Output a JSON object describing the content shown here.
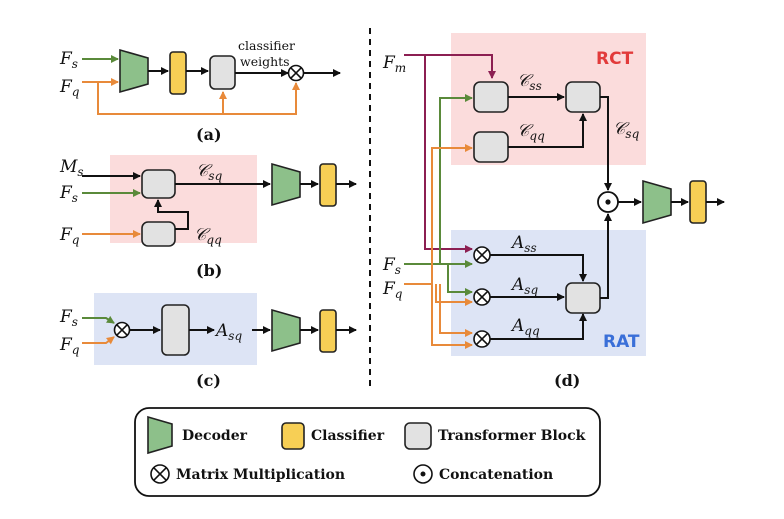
{
  "colors": {
    "green": "#5a8a3a",
    "orange": "#e88a3a",
    "purple": "#8c1f52",
    "red_region": "#fbdcdc",
    "blue_region": "#dde4f5",
    "rct_text": "#e23b3b",
    "rat_text": "#3a6fd8",
    "decoder_fill": "#8dc08a",
    "classifier_fill": "#f7cf55",
    "block_fill": "#e2e2e2"
  },
  "panel_a": {
    "fs": "F",
    "fs_sub": "s",
    "fq": "F",
    "fq_sub": "q",
    "weights_line1": "classifier",
    "weights_line2": "weights",
    "caption": "(a)"
  },
  "panel_b": {
    "ms": "M",
    "ms_sub": "s",
    "fs": "F",
    "fs_sub": "s",
    "fq": "F",
    "fq_sub": "q",
    "csq": "𝒞",
    "csq_sub": "sq",
    "cqq": "𝒞",
    "cqq_sub": "qq",
    "caption": "(b)"
  },
  "panel_c": {
    "fs": "F",
    "fs_sub": "s",
    "fq": "F",
    "fq_sub": "q",
    "asq": "A",
    "asq_sub": "sq",
    "caption": "(c)"
  },
  "panel_d": {
    "fm": "F",
    "fm_sub": "m",
    "fs": "F",
    "fs_sub": "s",
    "fq": "F",
    "fq_sub": "q",
    "css": "𝒞",
    "css_sub": "ss",
    "cqq": "𝒞",
    "cqq_sub": "qq",
    "csq": "𝒞",
    "csq_sub": "sq",
    "ass": "A",
    "ass_sub": "ss",
    "asq": "A",
    "asq_sub": "sq",
    "aqq": "A",
    "aqq_sub": "qq",
    "rct": "RCT",
    "rat": "RAT",
    "caption": "(d)"
  },
  "legend": {
    "decoder": "Decoder",
    "classifier": "Classifier",
    "transformer": "Transformer Block",
    "matmul": "Matrix Multiplication",
    "concat": "Concatenation"
  }
}
